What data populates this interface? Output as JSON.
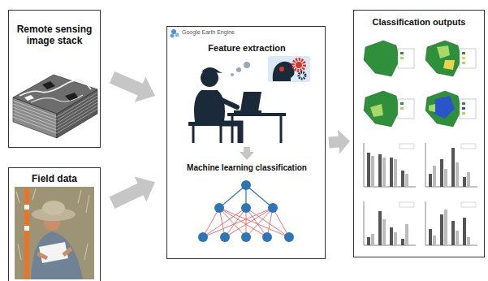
{
  "diagram": {
    "nodes": [
      {
        "text": [
          "Remote sensing image stack"
        ]
      },
      {
        "text": [
          "Field data"
        ]
      },
      {
        "text": [
          "Google Earth Engine"
        ]
      },
      {
        "text": [
          "Feature extraction"
        ],
        "in": 2
      },
      {
        "text": [
          "Machine learning classification"
        ],
        "in": 2
      },
      {
        "text": [
          "Classification outputs"
        ]
      }
    ],
    "edges": [
      {
        "from": 0,
        "to": 2,
        "arrow": "to"
      },
      {
        "from": 1,
        "to": 2,
        "arrow": "to"
      },
      {
        "from": 3,
        "to": 4,
        "arrow": "to"
      },
      {
        "from": 2,
        "to": 5,
        "arrow": "to"
      }
    ]
  }
}
